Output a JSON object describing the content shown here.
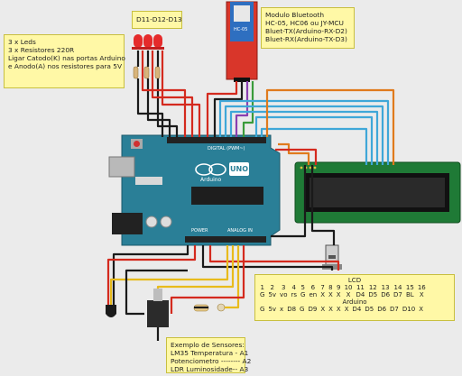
{
  "notes": {
    "leds": {
      "lines": [
        "3 x Leds",
        "3 x Resistores 220R",
        "Ligar Catodo(K) nas portas Arduino",
        "e Anodo(A) nos resistores para 5V"
      ]
    },
    "pins": {
      "label": "D11-D12-D13"
    },
    "bluetooth": {
      "lines": [
        "Modulo Bluetooth",
        "HC-05, HC06 ou JY-MCU",
        "Bluet-TX(Arduino-RX-D2)",
        "Bluet-RX(Arduino-TX-D3)"
      ]
    },
    "lcd": {
      "title": "LCD",
      "numbers": [
        "1",
        "2",
        "3",
        "4",
        "5",
        "6",
        "7",
        "8",
        "9",
        "10",
        "11",
        "12",
        "13",
        "14",
        "15",
        "16"
      ],
      "lcd_pins": [
        "G",
        "5v",
        "vo",
        "rs",
        "G",
        "en",
        "X",
        "X",
        "X",
        "X",
        "D4",
        "D5",
        "D6",
        "D7",
        "BL",
        "X"
      ],
      "arduino_title": "Arduino",
      "arduino_pins": [
        "G",
        "5v",
        "x",
        "D8",
        "G",
        "D9",
        "X",
        "X",
        "X",
        "X",
        "D4",
        "D5",
        "D6",
        "D7",
        "D10",
        "X"
      ]
    },
    "sensors": {
      "lines": [
        "Exemplo de Sensores:",
        "LM35 Temperatura - A1",
        "Potenciometro -------- A2",
        "LDR Luminosidade-- A3"
      ]
    }
  },
  "board": {
    "logo": "UNO",
    "brand": "Arduino",
    "sublabel": "DIGITAL (PWM~)",
    "power_label": "POWER",
    "analog_label": "ANALOG IN"
  },
  "bt_module": {
    "chip_text": "HC-05"
  },
  "colors": {
    "background": "#ebebeb",
    "note_fill": "#fff8a6",
    "arduino_board": "#2a7f97",
    "lcd_bezel": "#1f7a36",
    "bt_board": "#d9362a",
    "led_red": "#e52b2b",
    "wire_black": "#1a1a1a",
    "wire_red": "#d42a1e",
    "wire_yellow": "#e8bb1c",
    "wire_orange": "#e07a1c",
    "wire_cyan": "#3fa7d8",
    "wire_purple": "#8a3fb0",
    "wire_green": "#3a9b3a"
  }
}
